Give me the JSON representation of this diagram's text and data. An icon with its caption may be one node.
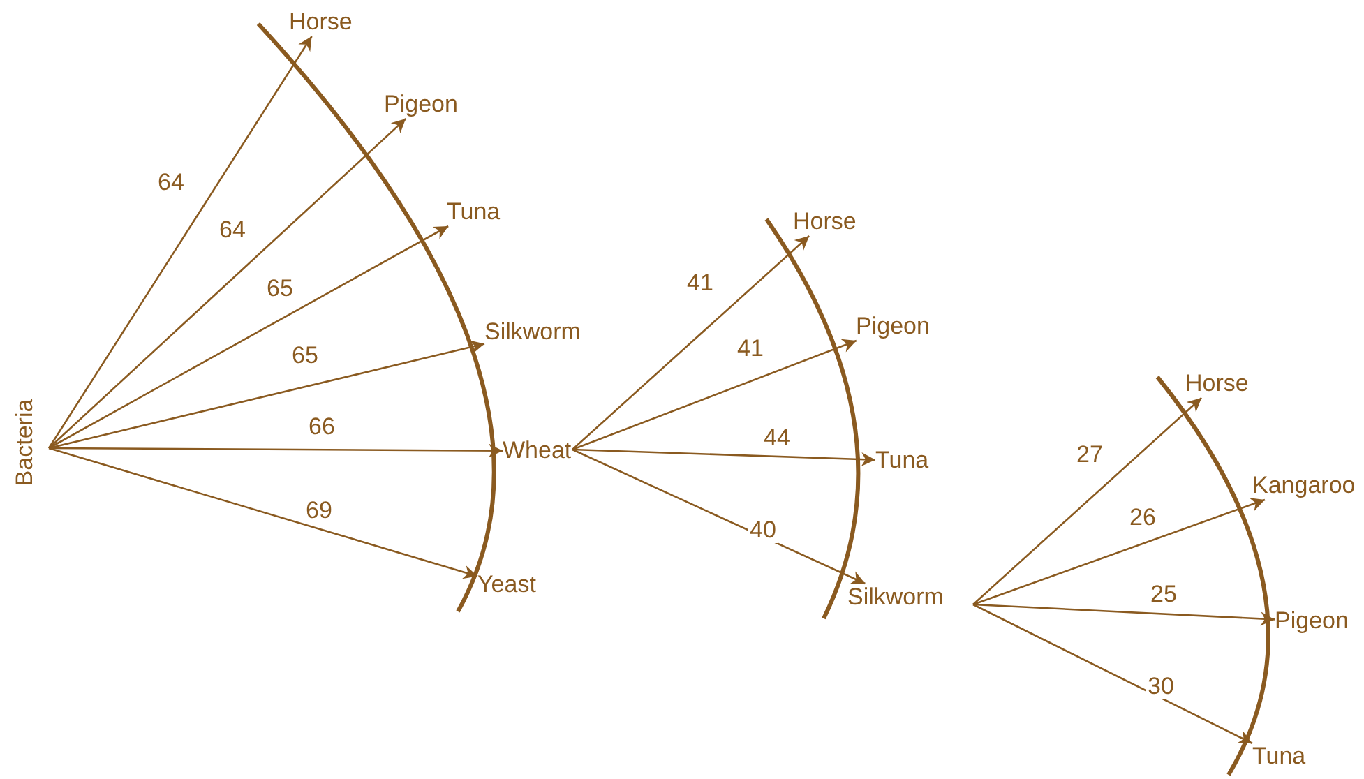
{
  "diagram": {
    "nodes": [
      {
        "text": [
          "Bacteria"
        ]
      },
      {
        "text": [
          "Horse"
        ]
      },
      {
        "text": [
          "Pigeon"
        ]
      },
      {
        "text": [
          "Tuna"
        ]
      },
      {
        "text": [
          "Silkworm"
        ]
      },
      {
        "text": [
          "Wheat"
        ]
      },
      {
        "text": [
          "Yeast"
        ]
      },
      {
        "text": [
          "Horse"
        ]
      },
      {
        "text": [
          "Pigeon"
        ]
      },
      {
        "text": [
          "Tuna"
        ]
      },
      {
        "text": [
          "Silkworm"
        ]
      },
      {
        "text": [
          "Horse"
        ]
      },
      {
        "text": [
          "Kangaroo"
        ]
      },
      {
        "text": [
          "Pigeon"
        ]
      },
      {
        "text": [
          "Tuna"
        ]
      }
    ],
    "edges": [
      {
        "from": 0,
        "to": 1,
        "arrow": "to",
        "label": "64"
      },
      {
        "from": 0,
        "to": 2,
        "arrow": "to",
        "label": "64"
      },
      {
        "from": 0,
        "to": 3,
        "arrow": "to",
        "label": "65"
      },
      {
        "from": 0,
        "to": 4,
        "arrow": "to",
        "label": "65"
      },
      {
        "from": 0,
        "to": 5,
        "arrow": "to",
        "label": "66"
      },
      {
        "from": 0,
        "to": 6,
        "arrow": "to",
        "label": "69"
      },
      {
        "from": 5,
        "to": 7,
        "arrow": "to",
        "label": "41"
      },
      {
        "from": 5,
        "to": 8,
        "arrow": "to",
        "label": "41"
      },
      {
        "from": 5,
        "to": 9,
        "arrow": "to",
        "label": "44"
      },
      {
        "from": 5,
        "to": 10,
        "arrow": "to",
        "label": "40"
      },
      {
        "from": 10,
        "to": 11,
        "arrow": "to",
        "label": "27"
      },
      {
        "from": 10,
        "to": 12,
        "arrow": "to",
        "label": "26"
      },
      {
        "from": 10,
        "to": 13,
        "arrow": "to",
        "label": "25"
      },
      {
        "from": 10,
        "to": 14,
        "arrow": "to",
        "label": "30"
      }
    ]
  }
}
